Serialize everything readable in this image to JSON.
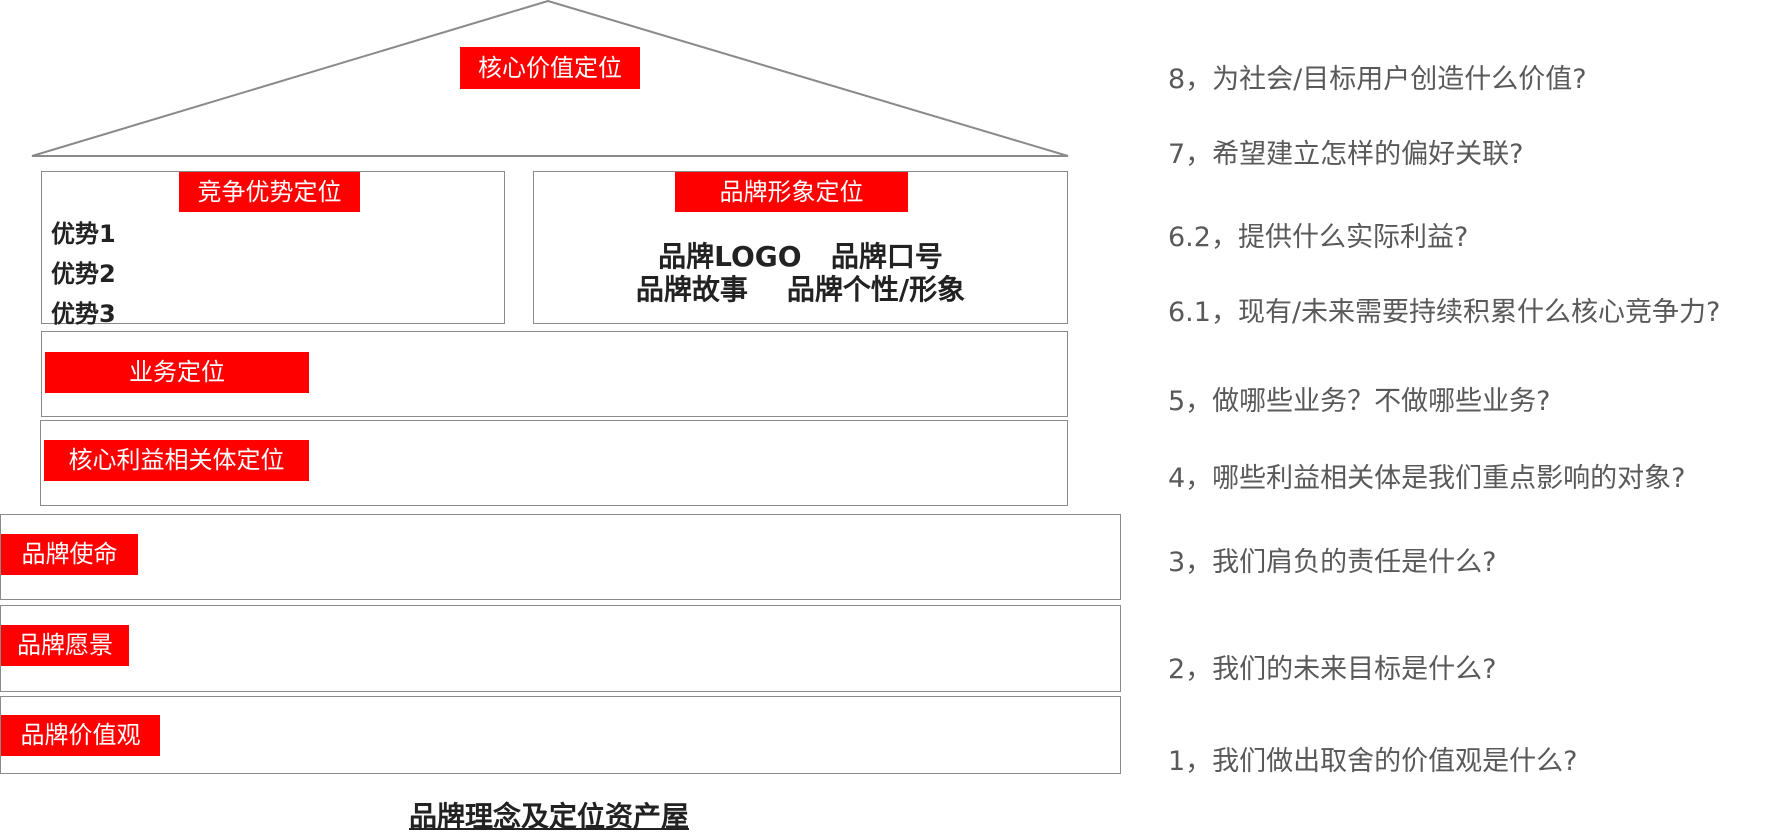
{
  "colors": {
    "tag_red": "#ff0000",
    "border": "#8a8a8a",
    "question_gray": "#595959"
  },
  "roof": {
    "label": "核心价值定位"
  },
  "competitive": {
    "label": "竞争优势定位",
    "items": [
      "优势1",
      "优势2",
      "优势3"
    ]
  },
  "brand_image": {
    "label": "品牌形象定位",
    "line1": "品牌LOGO   品牌口号",
    "line2": "品牌故事    品牌个性/形象"
  },
  "business": {
    "label": "业务定位"
  },
  "stakeholder": {
    "label": "核心利益相关体定位"
  },
  "mission": {
    "label": "品牌使命"
  },
  "vision": {
    "label": "品牌愿景"
  },
  "values": {
    "label": "品牌价值观"
  },
  "caption": "品牌理念及定位资产屋",
  "questions": [
    "8，为社会/目标用户创造什么价值?",
    "7，希望建立怎样的偏好关联?",
    "6.2，提供什么实际利益?",
    "6.1，现有/未来需要持续积累什么核心竞争力?",
    "5，做哪些业务？不做哪些业务?",
    "4，哪些利益相关体是我们重点影响的对象?",
    "3，我们肩负的责任是什么?",
    "2，我们的未来目标是什么?",
    "1，我们做出取舍的价值观是什么?"
  ]
}
